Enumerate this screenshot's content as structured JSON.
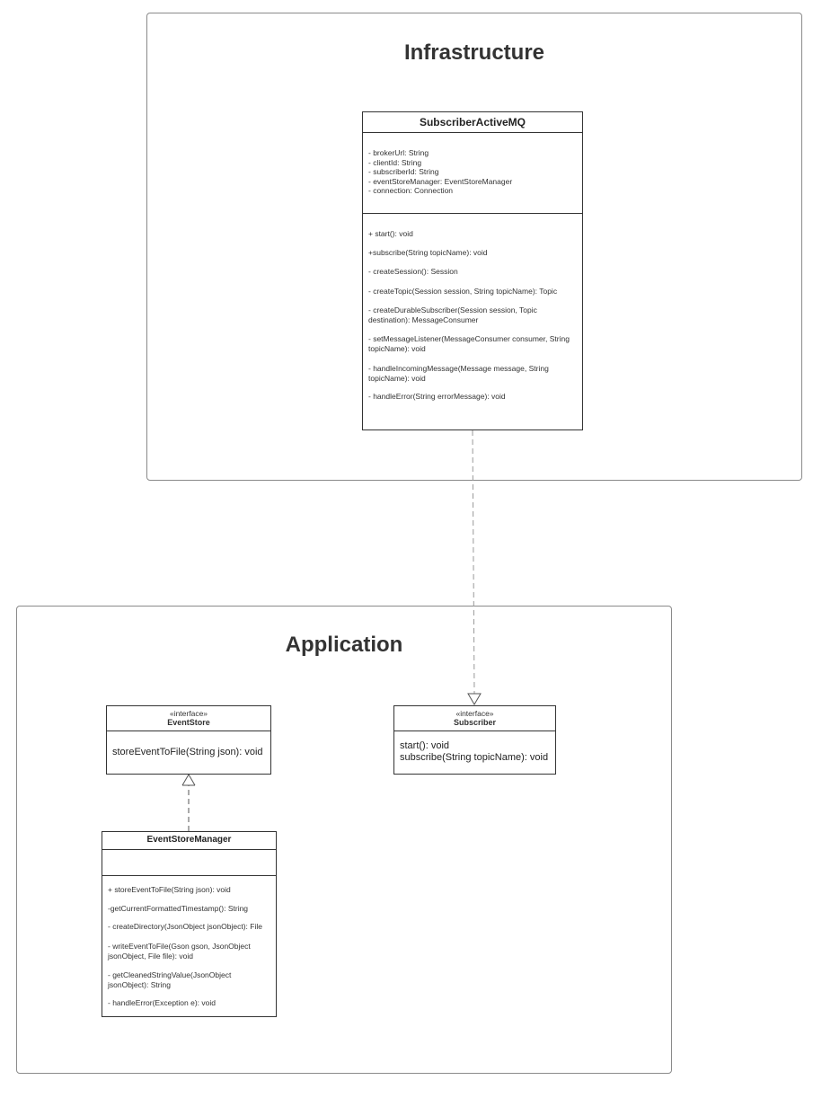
{
  "packages": {
    "infrastructure": {
      "title": "Infrastructure"
    },
    "application": {
      "title": "Application"
    }
  },
  "subscriber_activemq": {
    "name": "SubscriberActiveMQ",
    "attributes": [
      "- brokerUrl: String",
      "- clientId: String",
      "- subscriberId: String",
      "- eventStoreManager: EventStoreManager",
      "- connection: Connection"
    ],
    "operations": [
      "+ start(): void",
      "+subscribe(String topicName): void",
      "- createSession(): Session",
      "- createTopic(Session session, String topicName): Topic",
      "- createDurableSubscriber(Session session, Topic destination): MessageConsumer",
      "- setMessageListener(MessageConsumer consumer, String topicName): void",
      "- handleIncomingMessage(Message message, String topicName): void",
      "- handleError(String errorMessage): void"
    ]
  },
  "event_store": {
    "stereotype": "«interface»",
    "name": "EventStore",
    "operations": [
      "storeEventToFile(String json): void"
    ]
  },
  "subscriber": {
    "stereotype": "«interface»",
    "name": "Subscriber",
    "operations": [
      "start(): void",
      "subscribe(String topicName): void"
    ]
  },
  "event_store_manager": {
    "name": "EventStoreManager",
    "operations": [
      "+ storeEventToFile(String json): void",
      "-getCurrentFormattedTimestamp(): String",
      "- createDirectory(JsonObject jsonObject): File",
      "- writeEventToFile(Gson gson, JsonObject jsonObject, File file): void",
      "- getCleanedStringValue(JsonObject jsonObject): String",
      "- handleError(Exception e): void"
    ]
  }
}
